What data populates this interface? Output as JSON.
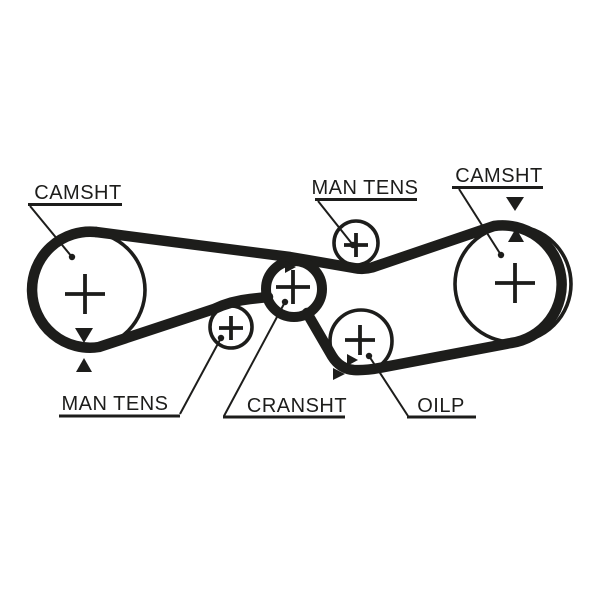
{
  "diagram": {
    "background_color": "#ffffff",
    "line_color": "#1d1d1b",
    "labels": {
      "camshaft_left": "CAMSHT",
      "tensioner_top": "MAN TENS",
      "camshaft_right": "CAMSHT",
      "tensioner_bottom": "MAN TENS",
      "crankshaft": "CRANSHT",
      "oil_pump": "OILP"
    },
    "marks": {
      "pulley_center_mark": "plus-icon",
      "alignment_mark": "filled-triangle-icon",
      "leader_end": "dot-icon"
    }
  }
}
